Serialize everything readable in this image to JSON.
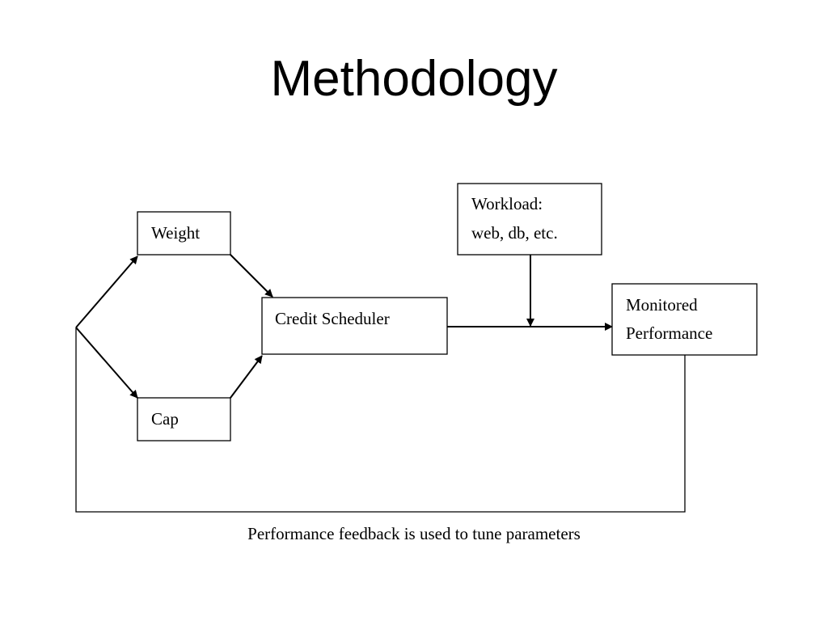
{
  "slide": {
    "title": "Methodology"
  },
  "diagram": {
    "nodes": {
      "weight": {
        "label": "Weight"
      },
      "cap": {
        "label": "Cap"
      },
      "scheduler": {
        "label": "Credit Scheduler"
      },
      "workload": {
        "line1": "Workload:",
        "line2": "web, db, etc."
      },
      "monitored": {
        "line1": "Monitored",
        "line2": "Performance"
      }
    },
    "caption": "Performance feedback is used to tune parameters"
  }
}
